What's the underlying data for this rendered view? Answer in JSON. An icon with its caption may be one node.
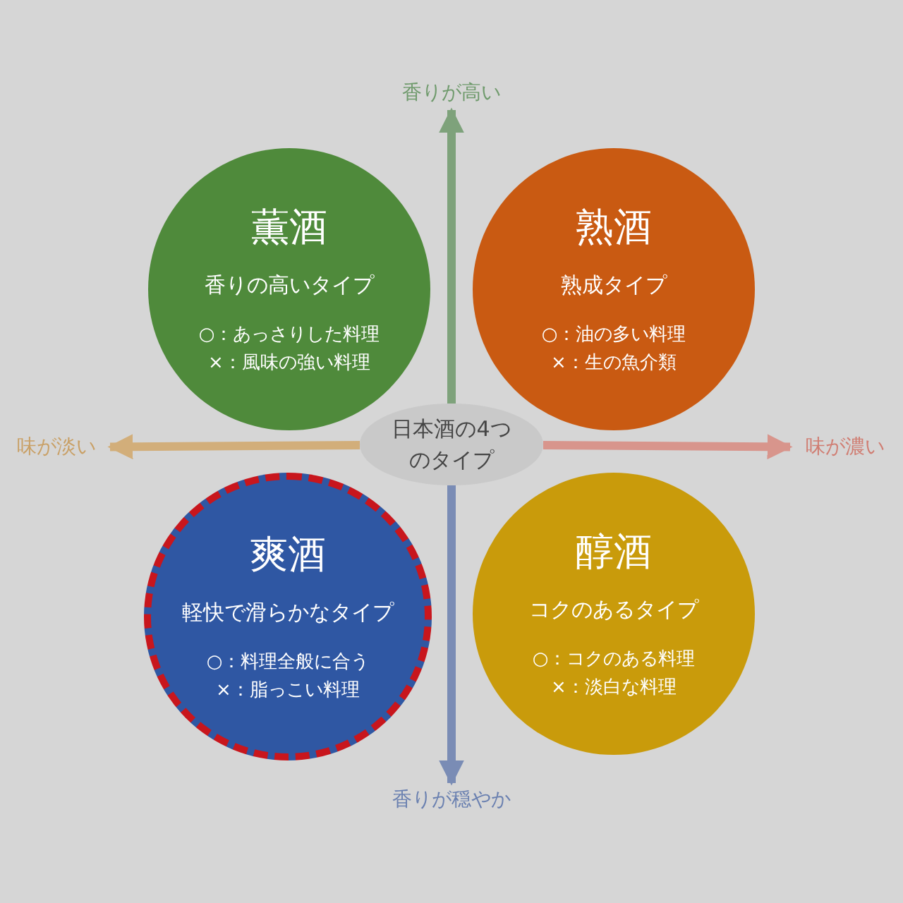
{
  "diagram": {
    "nodes": [
      {
        "text": [
          "日本酒の4つのタイプ"
        ]
      },
      {
        "text": [
          "薫酒",
          "香りの高いタイプ",
          "○：あっさりした料理",
          "×：風味の強い料理"
        ]
      },
      {
        "text": [
          "熟酒",
          "熟成タイプ",
          "○：油の多い料理",
          "×：生の魚介類"
        ]
      },
      {
        "text": [
          "爽酒",
          "軽快で滑らかなタイプ",
          "○：料理全般に合う",
          "×：脂っこい料理"
        ]
      },
      {
        "text": [
          "醇酒",
          "コクのあるタイプ",
          "○：コクのある料理",
          "×：淡白な料理"
        ]
      },
      {
        "text": [
          "香りが高い"
        ]
      },
      {
        "text": [
          "香りが穏やか"
        ]
      },
      {
        "text": [
          "味が淡い"
        ]
      },
      {
        "text": [
          "味が濃い"
        ]
      }
    ],
    "edges": [
      {
        "from": 0,
        "to": 5,
        "arrow": "to",
        "color": "#6f9a6c"
      },
      {
        "from": 0,
        "to": 6,
        "arrow": "to",
        "color": "#6a80b0"
      },
      {
        "from": 0,
        "to": 7,
        "arrow": "to",
        "color": "#d2a86a"
      },
      {
        "from": 0,
        "to": 8,
        "arrow": "to",
        "color": "#d98a80"
      }
    ]
  }
}
